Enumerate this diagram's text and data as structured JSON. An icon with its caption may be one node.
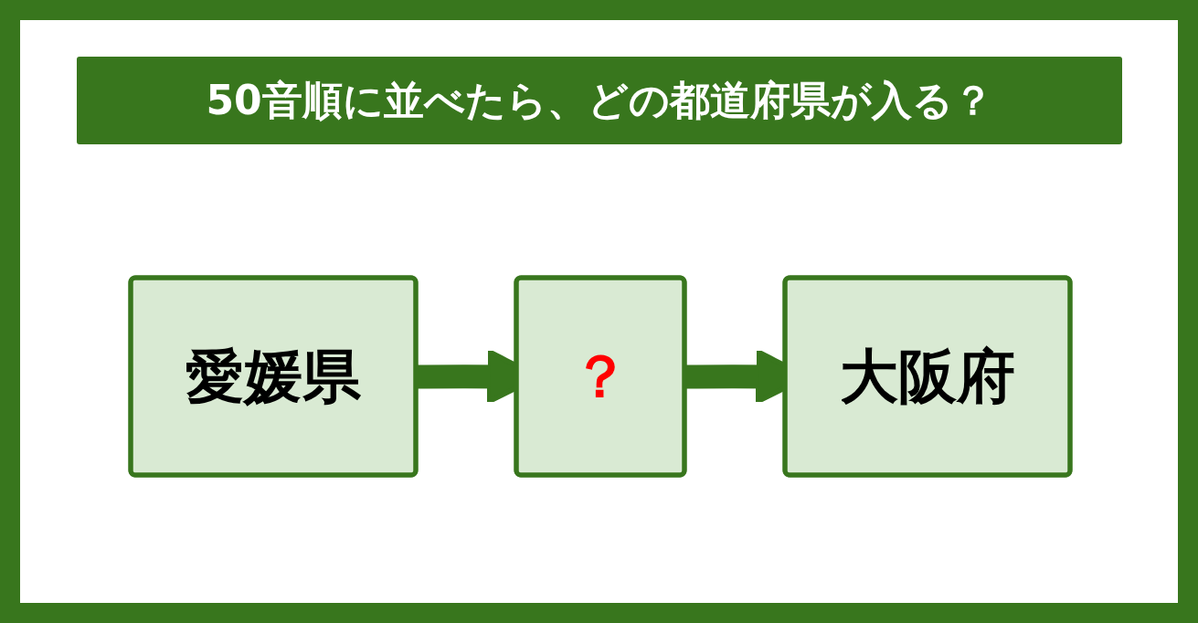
{
  "diagram": {
    "title": "50音順に並べたら、どの都道府県が入る？",
    "nodes": [
      {
        "text": [
          "愛媛県"
        ]
      },
      {
        "text": [
          "？"
        ]
      },
      {
        "text": [
          "大阪府"
        ]
      }
    ],
    "edges": [
      {
        "from": 0,
        "to": 1,
        "arrow": "to"
      },
      {
        "from": 1,
        "to": 2,
        "arrow": "to"
      }
    ]
  }
}
